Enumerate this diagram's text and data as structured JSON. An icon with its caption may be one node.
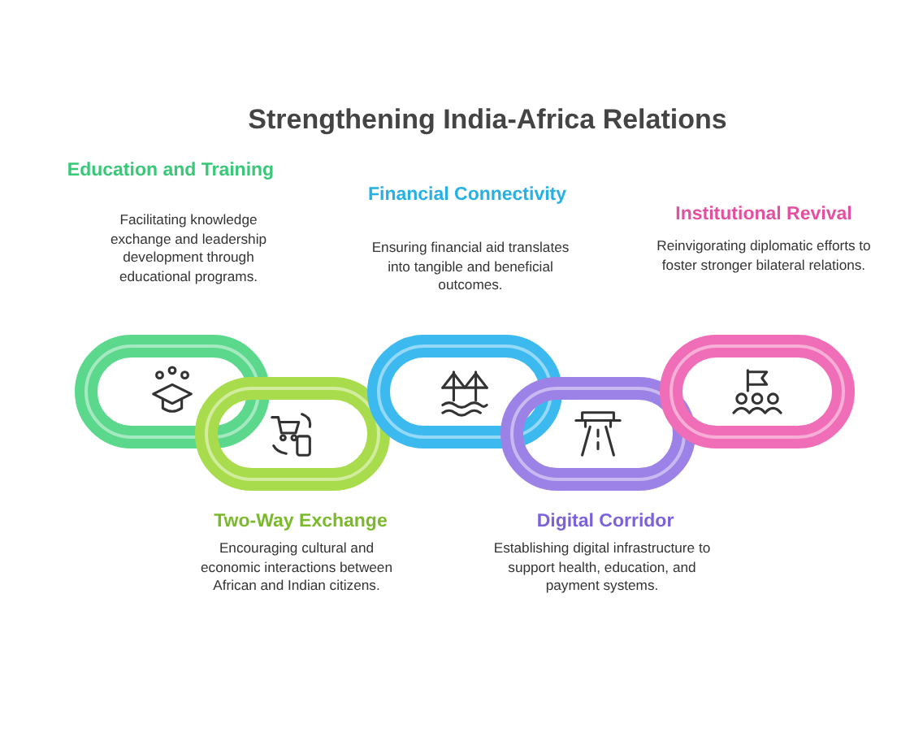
{
  "diagram": {
    "title": "Strengthening India-Africa Relations",
    "nodes": [
      {
        "text": [],
        "shape": "ring",
        "beside": [
          "Education and Training",
          "Facilitating knowledge exchange and leadership development through educational programs."
        ]
      },
      {
        "text": [],
        "shape": "ring",
        "beside": [
          "Two-Way Exchange",
          "Encouraging cultural and economic interactions between African and Indian citizens."
        ]
      },
      {
        "text": [],
        "shape": "ring",
        "beside": [
          "Financial Connectivity",
          "Ensuring financial aid translates into tangible and beneficial outcomes."
        ]
      },
      {
        "text": [],
        "shape": "ring",
        "beside": [
          "Digital Corridor",
          "Establishing digital infrastructure to support health, education, and payment systems."
        ]
      },
      {
        "text": [],
        "shape": "ring",
        "beside": [
          "Institutional Revival",
          "Reinvigorating diplomatic efforts to foster stronger bilateral relations."
        ]
      }
    ],
    "edges": []
  }
}
